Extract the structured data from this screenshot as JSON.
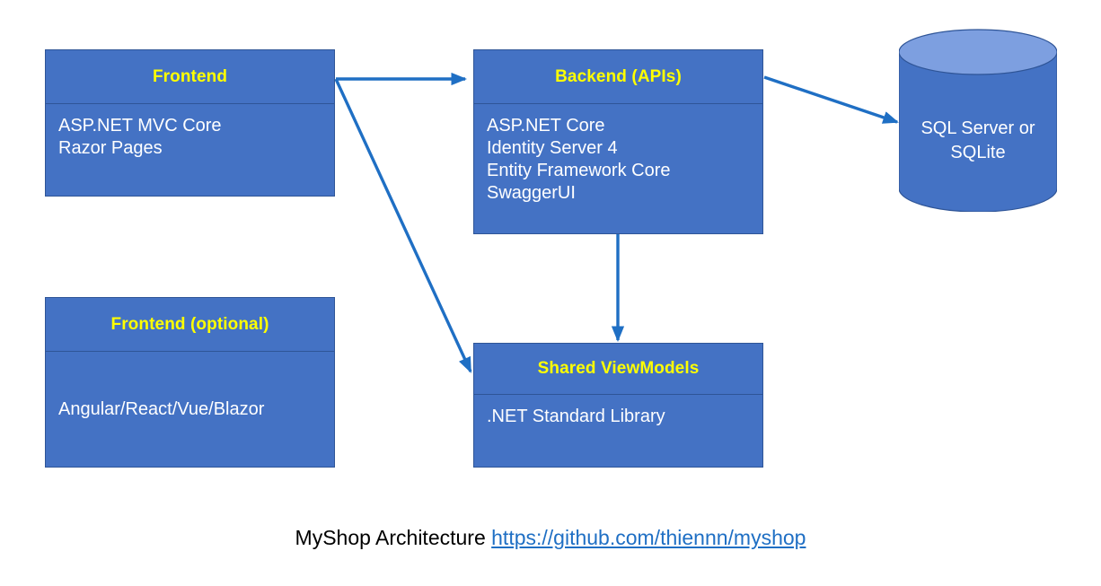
{
  "diagram": {
    "title": "MyShop Architecture",
    "colors": {
      "box_fill": "#4472C4",
      "box_border": "#2F5597",
      "header_text": "#FFFF00",
      "body_text": "#FFFFFF",
      "arrow": "#1F6FC4",
      "cylinder_body": "#4472C4",
      "cylinder_top": "#7D9FE0",
      "link": "#1F6FC4"
    },
    "nodes": [
      {
        "id": "frontend",
        "header": "Frontend",
        "lines": [
          "ASP.NET MVC Core",
          "Razor Pages"
        ]
      },
      {
        "id": "backend",
        "header": "Backend (APIs)",
        "lines": [
          "ASP.NET Core",
          "Identity Server 4",
          "Entity Framework Core",
          "SwaggerUI"
        ]
      },
      {
        "id": "frontend_optional",
        "header": "Frontend (optional)",
        "lines": [
          "Angular/React/Vue/Blazor"
        ]
      },
      {
        "id": "shared_viewmodels",
        "header": "Shared ViewModels",
        "lines": [
          ".NET Standard Library"
        ]
      }
    ],
    "database": {
      "label_line_1": "SQL Server or",
      "label_line_2": "SQLite"
    },
    "connections": [
      {
        "id": "frontend-to-backend",
        "from": "frontend",
        "to": "backend"
      },
      {
        "id": "frontend-to-shared",
        "from": "frontend",
        "to": "shared_viewmodels"
      },
      {
        "id": "backend-to-database",
        "from": "backend",
        "to": "database"
      },
      {
        "id": "backend-to-shared",
        "from": "backend",
        "to": "shared_viewmodels"
      }
    ],
    "caption": {
      "text": "MyShop Architecture ",
      "link": "https://github.com/thiennn/myshop"
    }
  }
}
